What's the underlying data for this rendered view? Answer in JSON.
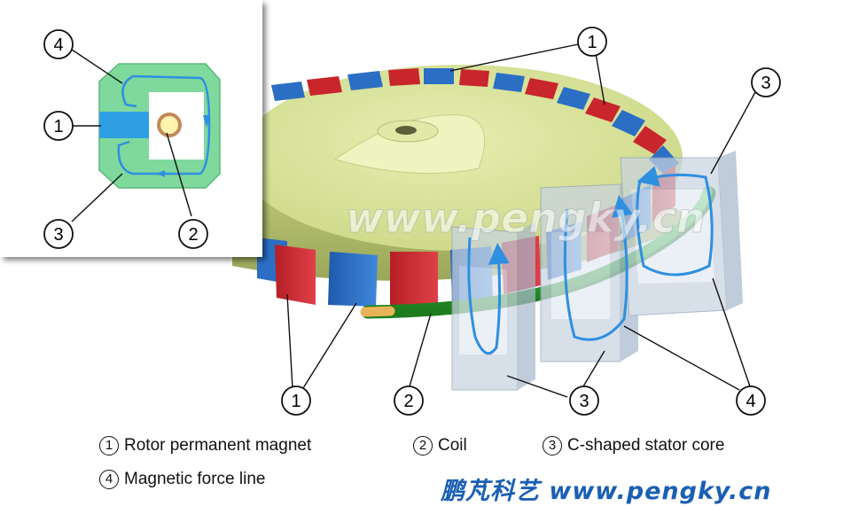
{
  "callouts": {
    "inset_top": "4",
    "inset_left": "1",
    "inset_bottom_left": "3",
    "inset_bottom_right": "2",
    "top_right": "1",
    "right_top": "3",
    "bottom_1": "1",
    "bottom_2": "2",
    "bottom_3": "3",
    "bottom_4": "4"
  },
  "watermark": "www.pengky.cn",
  "legend": [
    {
      "num": "1",
      "label": "Rotor permanent magnet"
    },
    {
      "num": "2",
      "label": "Coil"
    },
    {
      "num": "3",
      "label": "C-shaped stator core"
    },
    {
      "num": "4",
      "label": "Magnetic force line"
    }
  ],
  "brand": "鹏芃科艺 www.pengky.cn",
  "colors": {
    "disc": "#d8e39a",
    "magnet_red": "#c8262c",
    "magnet_blue": "#2b6fc4",
    "coil": "#3fbf3f",
    "stator": "#b9c6d6",
    "inset_core": "#7fd99c",
    "flux_line": "#2f8fe0",
    "brand_text": "#1a5fb4"
  }
}
